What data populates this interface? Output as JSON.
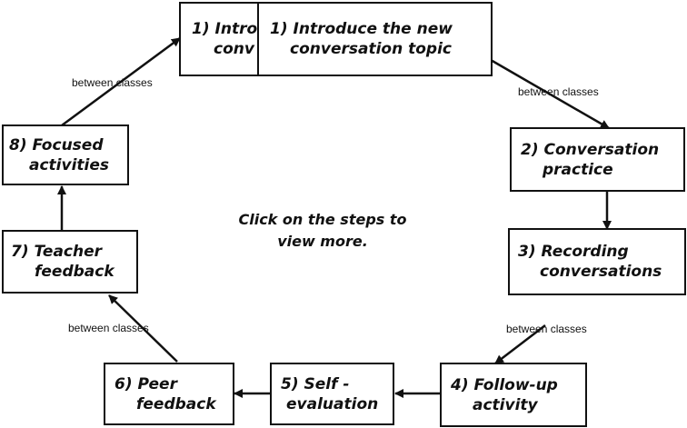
{
  "diagram": {
    "instruction": [
      "Click on the steps to",
      "view more."
    ],
    "steps": [
      {
        "id": "step-1-back",
        "lines": [
          "1) Intro",
          "conv"
        ]
      },
      {
        "id": "step-1",
        "lines": [
          "1) Introduce the new",
          "conversation topic"
        ]
      },
      {
        "id": "step-2",
        "lines": [
          "2) Conversation",
          "practice"
        ]
      },
      {
        "id": "step-3",
        "lines": [
          "3) Recording",
          "conversations"
        ]
      },
      {
        "id": "step-4",
        "lines": [
          "4) Follow-up",
          "activity"
        ]
      },
      {
        "id": "step-5",
        "lines": [
          "5) Self -",
          "evaluation"
        ]
      },
      {
        "id": "step-6",
        "lines": [
          "6) Peer",
          "feedback"
        ]
      },
      {
        "id": "step-7",
        "lines": [
          "7) Teacher",
          "feedback"
        ]
      },
      {
        "id": "step-8",
        "lines": [
          "8) Focused",
          "activities"
        ]
      }
    ],
    "edge_labels": {
      "e8to1": "between classes",
      "e1to2": "between classes",
      "e3to4": "between classes",
      "e6to7": "between classes"
    }
  }
}
